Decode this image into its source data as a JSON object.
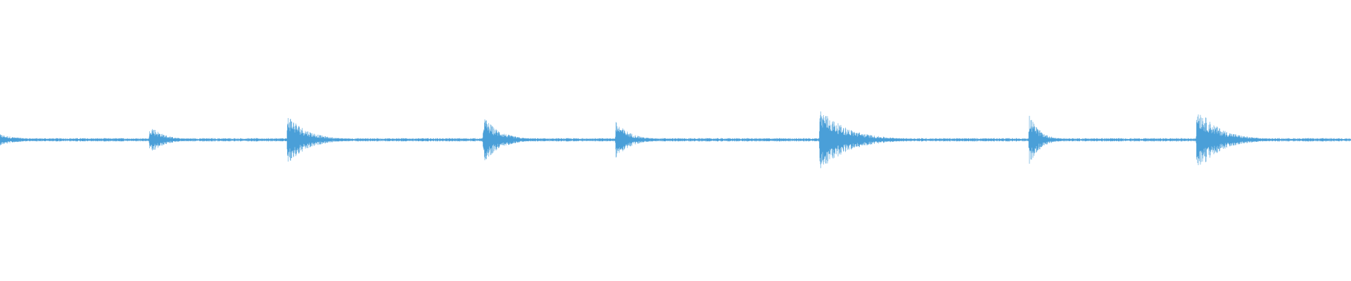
{
  "waveform": {
    "color": "#4a9fd8",
    "duration": 1,
    "amplitude_range": [
      -1,
      1
    ],
    "baseline_noise": 0.012,
    "transients": [
      {
        "time": 0.0,
        "peak": 0.04,
        "decay": 0.015
      },
      {
        "time": 0.111,
        "peak": 0.11,
        "decay": 0.01
      },
      {
        "time": 0.213,
        "peak": 0.19,
        "decay": 0.014
      },
      {
        "time": 0.358,
        "peak": 0.17,
        "decay": 0.012
      },
      {
        "time": 0.456,
        "peak": 0.13,
        "decay": 0.011
      },
      {
        "time": 0.607,
        "peak": 0.23,
        "decay": 0.02
      },
      {
        "time": 0.762,
        "peak": 0.18,
        "decay": 0.008
      },
      {
        "time": 0.886,
        "peak": 0.24,
        "decay": 0.016
      }
    ]
  }
}
